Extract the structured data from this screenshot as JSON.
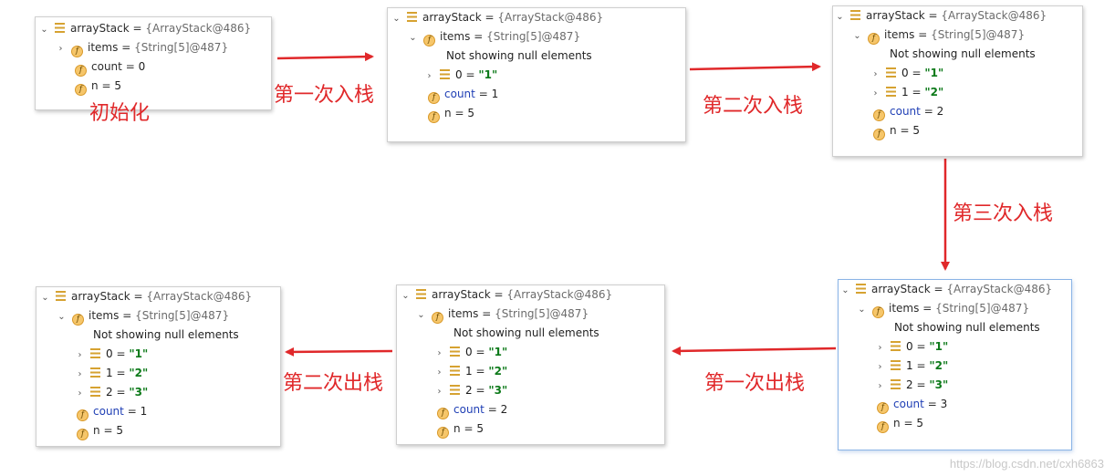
{
  "panel1": {
    "root": "arrayStack",
    "root_ref": "{ArrayStack@486}",
    "items_name": "items",
    "items_ref": "{String[5]@487}",
    "count_name": "count",
    "count_value": "0",
    "n_name": "n",
    "n_value": "5"
  },
  "panel2": {
    "root": "arrayStack",
    "root_ref": "{ArrayStack@486}",
    "items_name": "items",
    "items_ref": "{String[5]@487}",
    "note": "Not showing null elements",
    "elements": [
      {
        "index": "0",
        "value": "\"1\""
      }
    ],
    "count_name": "count",
    "count_value": "1",
    "n_name": "n",
    "n_value": "5"
  },
  "panel3": {
    "root": "arrayStack",
    "root_ref": "{ArrayStack@486}",
    "items_name": "items",
    "items_ref": "{String[5]@487}",
    "note": "Not showing null elements",
    "elements": [
      {
        "index": "0",
        "value": "\"1\""
      },
      {
        "index": "1",
        "value": "\"2\""
      }
    ],
    "count_name": "count",
    "count_value": "2",
    "n_name": "n",
    "n_value": "5"
  },
  "panel4": {
    "root": "arrayStack",
    "root_ref": "{ArrayStack@486}",
    "items_name": "items",
    "items_ref": "{String[5]@487}",
    "note": "Not showing null elements",
    "elements": [
      {
        "index": "0",
        "value": "\"1\""
      },
      {
        "index": "1",
        "value": "\"2\""
      },
      {
        "index": "2",
        "value": "\"3\""
      }
    ],
    "count_name": "count",
    "count_value": "3",
    "n_name": "n",
    "n_value": "5"
  },
  "panel5": {
    "root": "arrayStack",
    "root_ref": "{ArrayStack@486}",
    "items_name": "items",
    "items_ref": "{String[5]@487}",
    "note": "Not showing null elements",
    "elements": [
      {
        "index": "0",
        "value": "\"1\""
      },
      {
        "index": "1",
        "value": "\"2\""
      },
      {
        "index": "2",
        "value": "\"3\""
      }
    ],
    "count_name": "count",
    "count_value": "2",
    "n_name": "n",
    "n_value": "5"
  },
  "panel6": {
    "root": "arrayStack",
    "root_ref": "{ArrayStack@486}",
    "items_name": "items",
    "items_ref": "{String[5]@487}",
    "note": "Not showing null elements",
    "elements": [
      {
        "index": "0",
        "value": "\"1\""
      },
      {
        "index": "1",
        "value": "\"2\""
      },
      {
        "index": "2",
        "value": "\"3\""
      }
    ],
    "count_name": "count",
    "count_value": "1",
    "n_name": "n",
    "n_value": "5"
  },
  "labels": {
    "init": "初始化",
    "push1": "第一次入栈",
    "push2": "第二次入栈",
    "push3": "第三次入栈",
    "pop1": "第一次出栈",
    "pop2": "第二次出栈"
  },
  "symbols": {
    "eq": "=",
    "field_icon_letter": "f"
  },
  "watermark": "https://blog.csdn.net/cxh6863",
  "colors": {
    "arrow": "#e0282a",
    "label": "#e0282a",
    "string_value": "#0d7a1a",
    "count_name": "#1f3fb5"
  }
}
